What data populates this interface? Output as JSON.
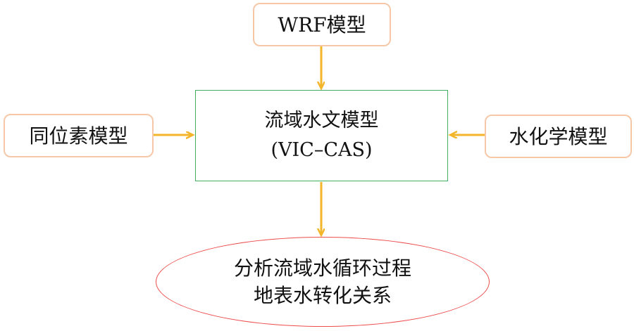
{
  "diagram": {
    "nodes": {
      "wrf": {
        "label": "WRF模型"
      },
      "isotope": {
        "label": "同位素模型"
      },
      "hydrochem": {
        "label": "水化学模型"
      },
      "core": {
        "line1": "流域水文模型",
        "line2": "(VIC–CAS)"
      },
      "result": {
        "line1": "分析流域水循环过程",
        "line2": "地表水转化关系"
      }
    },
    "edges": [
      {
        "from": "wrf",
        "to": "core"
      },
      {
        "from": "isotope",
        "to": "core"
      },
      {
        "from": "hydrochem",
        "to": "core"
      },
      {
        "from": "core",
        "to": "result"
      }
    ],
    "colors": {
      "arrow": "#f3b62a",
      "input_box_border": "#f6c8a8",
      "core_box_border": "#3fae62",
      "result_ellipse_border": "#ee4b4b",
      "text": "#111111"
    }
  }
}
